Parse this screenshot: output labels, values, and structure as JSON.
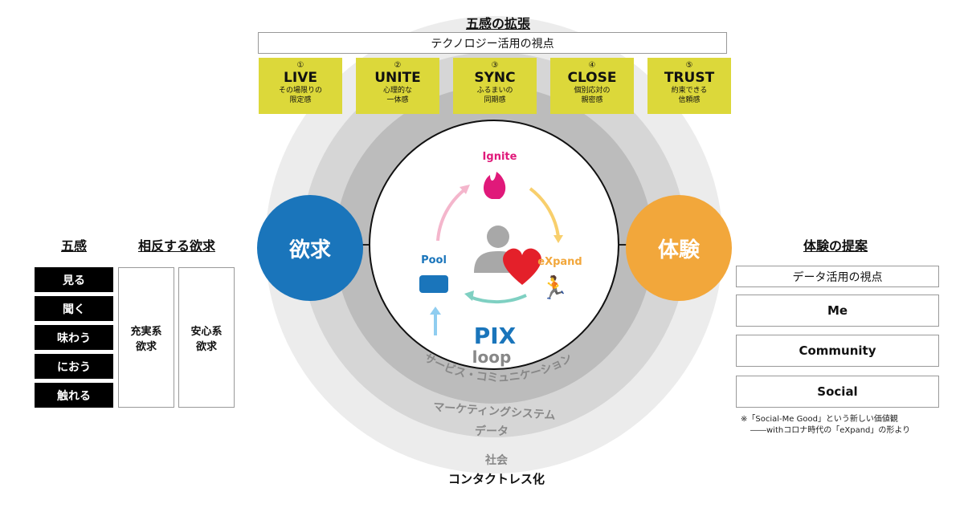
{
  "top": {
    "title": "五感の拡張",
    "tech_view": "テクノロジー活用の視点",
    "items": [
      {
        "num": "①",
        "en": "LIVE",
        "jp1": "その場限りの",
        "jp2": "限定感"
      },
      {
        "num": "②",
        "en": "UNITE",
        "jp1": "心理的な",
        "jp2": "一体感"
      },
      {
        "num": "③",
        "en": "SYNC",
        "jp1": "ふるまいの",
        "jp2": "同期感"
      },
      {
        "num": "④",
        "en": "CLOSE",
        "jp1": "個別応対の",
        "jp2": "親密感"
      },
      {
        "num": "⑤",
        "en": "TRUST",
        "jp1": "約束できる",
        "jp2": "信頼感"
      }
    ]
  },
  "left": {
    "senses_title": "五感",
    "senses": [
      "見る",
      "聞く",
      "味わう",
      "におう",
      "触れる"
    ],
    "desire_title": "相反する欲求",
    "desires": [
      [
        "充実系",
        "欲求"
      ],
      [
        "安心系",
        "欲求"
      ]
    ]
  },
  "center": {
    "desire": "欲求",
    "experience": "体験",
    "ignite": "Ignite",
    "expand": "eXpand",
    "pool": "Pool",
    "logo_pix": "PIX",
    "logo_loop": "loop",
    "ring1": "サービス・コミュニケーション",
    "ring2a": "マーケティングシステム",
    "ring2b": "データ",
    "ring3": "社会",
    "bottom": "コンタクトレス化"
  },
  "right": {
    "title": "体験の提案",
    "data_view": "データ活用の視点",
    "items": [
      "Me",
      "Community",
      "Social"
    ],
    "note1": "※「Social-Me Good」という新しい価値観",
    "note2": "――withコロナ時代の「eXpand」の形より"
  },
  "colors": {
    "yellow": "#dcd83a",
    "blue": "#1a75bb",
    "orange": "#f2a73b",
    "pink": "#e0197a",
    "red": "#e4202a"
  }
}
